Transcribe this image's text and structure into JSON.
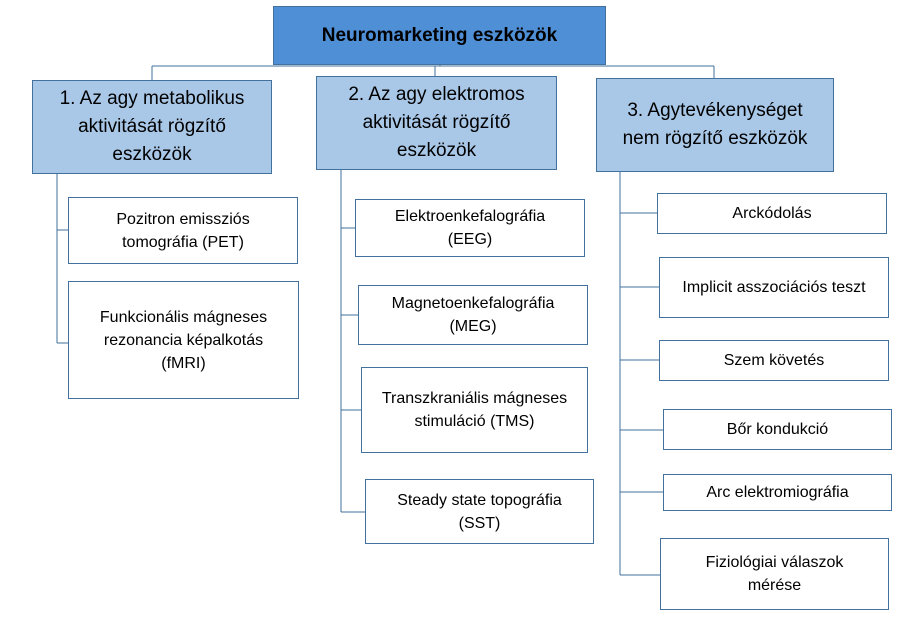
{
  "root": {
    "label": "Neuromarketing eszközök"
  },
  "categories": [
    {
      "label": "1. Az agy metabolikus\naktivitását rögzítő\neszközök",
      "items": [
        "Pozitron emissziós\ntomográfia (PET)",
        "Funkcionális mágneses\nrezonancia képalkotás\n(fMRI)"
      ]
    },
    {
      "label": "2. Az agy elektromos\naktivitását rögzítő\neszközök",
      "items": [
        "Elektroenkefalográfia\n(EEG)",
        "Magnetoenkefalográfia\n(MEG)",
        "Transzkraniális mágneses\nstimuláció (TMS)",
        "Steady state topográfia\n(SST)"
      ]
    },
    {
      "label": "3. Agytevékenységet\nnem rögzítő eszközök",
      "items": [
        "Arckódolás",
        "Implicit asszociációs teszt",
        "Szem követés",
        "Bőr kondukció",
        "Arc elektromiográfia",
        "Fiziológiai válaszok\nmérése"
      ]
    }
  ]
}
